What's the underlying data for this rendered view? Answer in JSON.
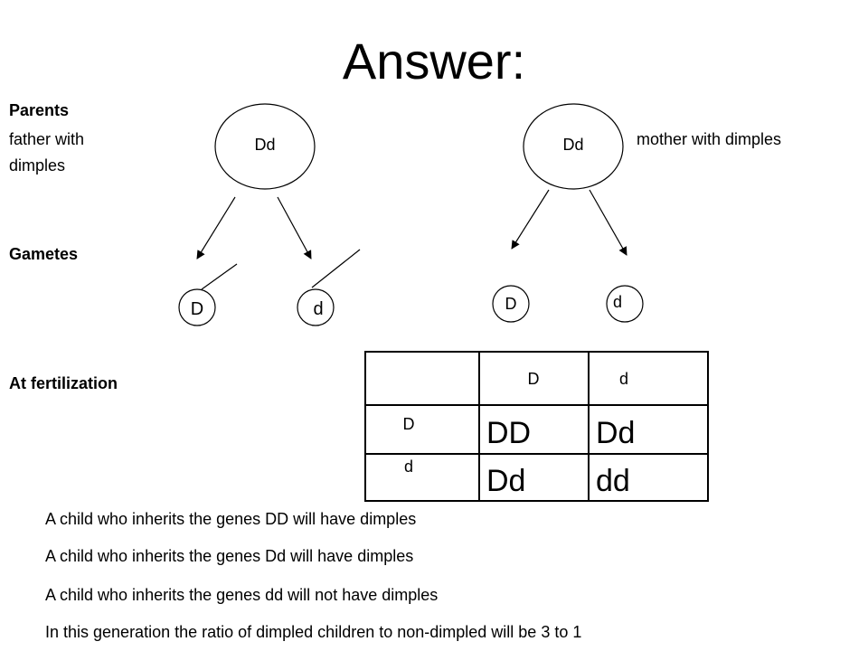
{
  "title": "Answer:",
  "labels": {
    "parents": "Parents",
    "father_line1": "father with",
    "father_line2": "dimples",
    "mother": "mother with dimples",
    "gametes": "Gametes",
    "fertilization": "At fertilization"
  },
  "parents": {
    "father_genotype": "Dd",
    "mother_genotype": "Dd"
  },
  "gametes": {
    "father": [
      "D",
      "d"
    ],
    "mother": [
      "D",
      "d"
    ]
  },
  "punnett": {
    "col_headers": [
      "D",
      "d"
    ],
    "row_headers": [
      "D",
      "d"
    ],
    "cells": [
      [
        "DD",
        "Dd"
      ],
      [
        "Dd",
        "dd"
      ]
    ]
  },
  "conclusions": [
    "A child who inherits the genes DD will have dimples",
    "A child who inherits the genes Dd will have dimples",
    "A child who inherits the genes dd will not have dimples",
    "In this generation the ratio of dimpled children to non-dimpled will be 3 to 1"
  ],
  "colors": {
    "ink": "#000000",
    "background": "#ffffff"
  }
}
